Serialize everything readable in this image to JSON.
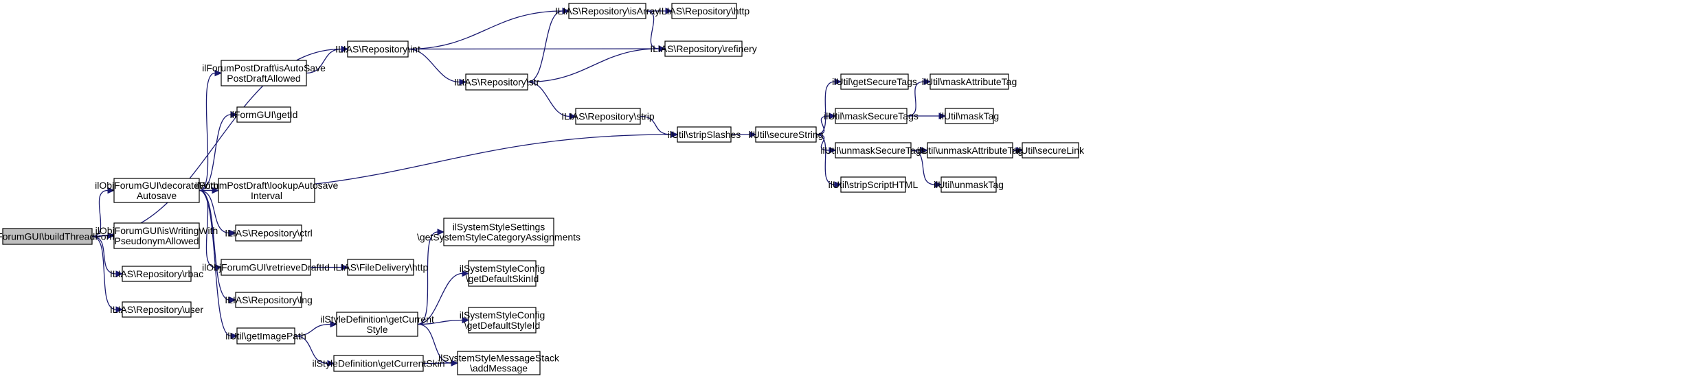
{
  "diagram": {
    "type": "call-graph",
    "colors": {
      "edge": "#191970",
      "root_fill": "#bfbfbf",
      "node_fill": "#ffffff",
      "node_border": "#000000"
    },
    "nodes": [
      {
        "id": "buildThreadForm",
        "lines": [
          "ilObjForumGUI\\buildThreadForm"
        ],
        "root": true
      },
      {
        "id": "decorateWithAutosave",
        "lines": [
          "ilObjForumGUI\\decorateWith",
          "Autosave"
        ]
      },
      {
        "id": "isWritingWithPseudonymAllowed",
        "lines": [
          "ilObjForumGUI\\isWritingWith",
          "PseudonymAllowed"
        ]
      },
      {
        "id": "rbac",
        "lines": [
          "ILIAS\\Repository\\rbac"
        ]
      },
      {
        "id": "user",
        "lines": [
          "ILIAS\\Repository\\user"
        ]
      },
      {
        "id": "int",
        "lines": [
          "ILIAS\\Repository\\int"
        ]
      },
      {
        "id": "isAutoSavePostDraftAllowed",
        "lines": [
          "ilForumPostDraft\\isAutoSave",
          "PostDraftAllowed"
        ]
      },
      {
        "id": "getId",
        "lines": [
          "ilFormGUI\\getId"
        ]
      },
      {
        "id": "lookupAutosaveInterval",
        "lines": [
          "ilForumPostDraft\\lookupAutosave",
          "Interval"
        ]
      },
      {
        "id": "ctrl",
        "lines": [
          "ILIAS\\Repository\\ctrl"
        ]
      },
      {
        "id": "retrieveDraftId",
        "lines": [
          "ilObjForumGUI\\retrieveDraftId"
        ]
      },
      {
        "id": "lng",
        "lines": [
          "ILIAS\\Repository\\lng"
        ]
      },
      {
        "id": "getImagePath",
        "lines": [
          "ilUtil\\getImagePath"
        ]
      },
      {
        "id": "stripSlashes",
        "lines": [
          "ilUtil\\stripSlashes"
        ]
      },
      {
        "id": "isArray",
        "lines": [
          "ILIAS\\Repository\\isArray"
        ]
      },
      {
        "id": "refinery",
        "lines": [
          "ILIAS\\Repository\\refinery"
        ]
      },
      {
        "id": "str",
        "lines": [
          "ILIAS\\Repository\\str"
        ]
      },
      {
        "id": "repoHttp",
        "lines": [
          "ILIAS\\Repository\\http"
        ]
      },
      {
        "id": "strip",
        "lines": [
          "ILIAS\\Repository\\strip"
        ]
      },
      {
        "id": "fileDeliveryHttp",
        "lines": [
          "ILIAS\\FileDelivery\\http"
        ]
      },
      {
        "id": "getCurrentStyle",
        "lines": [
          "ilStyleDefinition\\getCurrent",
          "Style"
        ]
      },
      {
        "id": "getCurrentSkin",
        "lines": [
          "ilStyleDefinition\\getCurrentSkin"
        ]
      },
      {
        "id": "addMessage",
        "lines": [
          "ilSystemStyleMessageStack",
          "\\addMessage"
        ]
      },
      {
        "id": "getSystemStyleCategoryAssignments",
        "lines": [
          "ilSystemStyleSettings",
          "\\getSystemStyleCategoryAssignments"
        ]
      },
      {
        "id": "getDefaultSkinId",
        "lines": [
          "ilSystemStyleConfig",
          "\\getDefaultSkinId"
        ]
      },
      {
        "id": "getDefaultStyleId",
        "lines": [
          "ilSystemStyleConfig",
          "\\getDefaultStyleId"
        ]
      },
      {
        "id": "secureString",
        "lines": [
          "ilUtil\\secureString"
        ]
      },
      {
        "id": "getSecureTags",
        "lines": [
          "ilUtil\\getSecureTags"
        ]
      },
      {
        "id": "maskSecureTags",
        "lines": [
          "ilUtil\\maskSecureTags"
        ]
      },
      {
        "id": "unmaskSecureTags",
        "lines": [
          "ilUtil\\unmaskSecureTags"
        ]
      },
      {
        "id": "stripScriptHTML",
        "lines": [
          "ilUtil\\stripScriptHTML"
        ]
      },
      {
        "id": "maskAttributeTag",
        "lines": [
          "ilUtil\\maskAttributeTag"
        ]
      },
      {
        "id": "maskTag",
        "lines": [
          "ilUtil\\maskTag"
        ]
      },
      {
        "id": "unmaskAttributeTag",
        "lines": [
          "ilUtil\\unmaskAttributeTag"
        ]
      },
      {
        "id": "unmaskTag",
        "lines": [
          "ilUtil\\unmaskTag"
        ]
      },
      {
        "id": "secureLink",
        "lines": [
          "ilUtil\\secureLink"
        ]
      }
    ],
    "edges": [
      [
        "buildThreadForm",
        "decorateWithAutosave"
      ],
      [
        "buildThreadForm",
        "int"
      ],
      [
        "buildThreadForm",
        "isWritingWithPseudonymAllowed"
      ],
      [
        "buildThreadForm",
        "rbac"
      ],
      [
        "buildThreadForm",
        "user"
      ],
      [
        "decorateWithAutosave",
        "isAutoSavePostDraftAllowed"
      ],
      [
        "decorateWithAutosave",
        "getId"
      ],
      [
        "decorateWithAutosave",
        "stripSlashes"
      ],
      [
        "decorateWithAutosave",
        "lookupAutosaveInterval"
      ],
      [
        "decorateWithAutosave",
        "ctrl"
      ],
      [
        "decorateWithAutosave",
        "retrieveDraftId"
      ],
      [
        "decorateWithAutosave",
        "lng"
      ],
      [
        "decorateWithAutosave",
        "getImagePath"
      ],
      [
        "isAutoSavePostDraftAllowed",
        "int"
      ],
      [
        "int",
        "isArray"
      ],
      [
        "int",
        "refinery"
      ],
      [
        "int",
        "str"
      ],
      [
        "isArray",
        "repoHttp"
      ],
      [
        "isArray",
        "refinery"
      ],
      [
        "str",
        "isArray"
      ],
      [
        "str",
        "refinery"
      ],
      [
        "str",
        "strip"
      ],
      [
        "strip",
        "stripSlashes"
      ],
      [
        "stripSlashes",
        "secureString"
      ],
      [
        "secureString",
        "getSecureTags"
      ],
      [
        "secureString",
        "maskSecureTags"
      ],
      [
        "secureString",
        "unmaskSecureTags"
      ],
      [
        "secureString",
        "stripScriptHTML"
      ],
      [
        "maskSecureTags",
        "maskAttributeTag"
      ],
      [
        "maskSecureTags",
        "maskTag"
      ],
      [
        "unmaskSecureTags",
        "unmaskAttributeTag"
      ],
      [
        "unmaskSecureTags",
        "unmaskTag"
      ],
      [
        "unmaskAttributeTag",
        "secureLink"
      ],
      [
        "retrieveDraftId",
        "fileDeliveryHttp"
      ],
      [
        "getImagePath",
        "getCurrentStyle"
      ],
      [
        "getImagePath",
        "getCurrentSkin"
      ],
      [
        "getCurrentStyle",
        "getSystemStyleCategoryAssignments"
      ],
      [
        "getCurrentStyle",
        "getDefaultSkinId"
      ],
      [
        "getCurrentStyle",
        "getDefaultStyleId"
      ],
      [
        "getCurrentStyle",
        "addMessage"
      ],
      [
        "getCurrentSkin",
        "addMessage"
      ]
    ]
  }
}
